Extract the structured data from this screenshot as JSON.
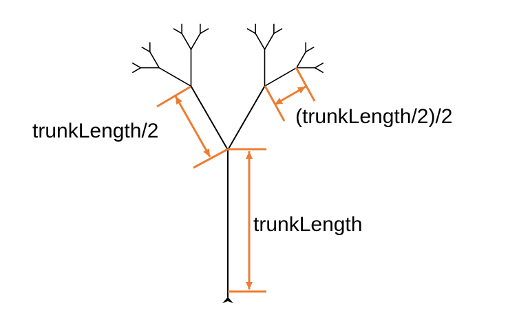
{
  "labels": {
    "trunk": "trunkLength",
    "half": "trunkLength/2",
    "quarter": "(trunkLength/2)/2"
  },
  "colors": {
    "tree": "#000000",
    "annotation": "#ED7D31",
    "background": "#ffffff"
  },
  "tree": {
    "levels": 5,
    "branch_angle_deg": 30,
    "length_ratio": 0.5
  },
  "icons": {
    "turtle": "turtle-arrow-icon"
  }
}
